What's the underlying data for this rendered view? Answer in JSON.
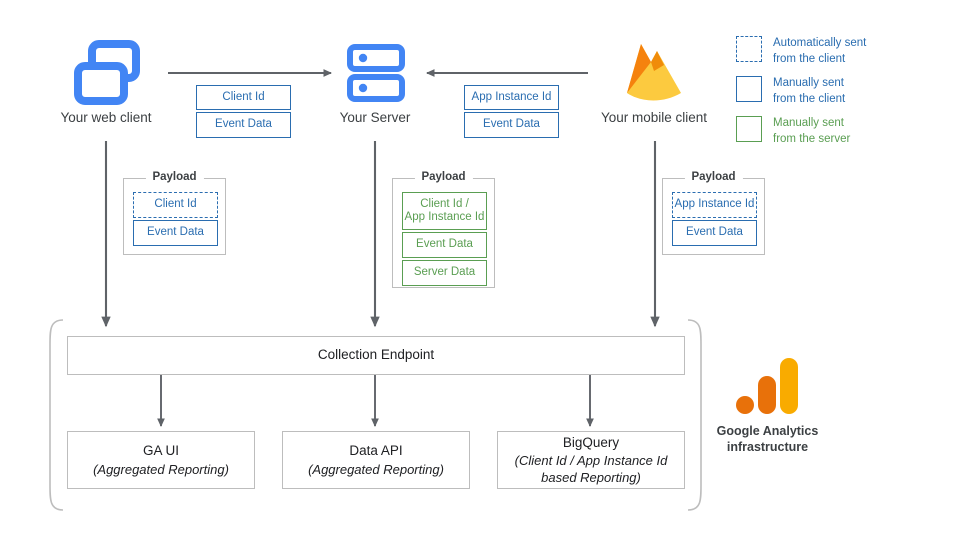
{
  "diagram": {
    "title": "Google Analytics data collection architecture",
    "colors": {
      "blue": "#2a6db0",
      "green": "#5a9e52",
      "icon_blue": "#4285f4",
      "arrow_gray": "#5f6368",
      "box_border": "#bdbdbd",
      "firebase_orange": "#f5820d",
      "firebase_amber": "#fcca3f",
      "ga_orange": "#e8710a",
      "ga_amber": "#f9ab00"
    }
  },
  "nodes": {
    "web_client": {
      "label": "Your web client",
      "icon": "web-client-icon"
    },
    "server": {
      "label": "Your Server",
      "icon": "server-icon"
    },
    "mobile_client": {
      "label": "Your mobile client",
      "icon": "firebase-flame-icon"
    }
  },
  "flows": {
    "web_to_server": {
      "direction": "right",
      "chips": [
        {
          "label": "Client Id",
          "style": "blue"
        },
        {
          "label": "Event Data",
          "style": "blue"
        }
      ]
    },
    "mobile_to_server": {
      "direction": "left",
      "chips": [
        {
          "label": "App Instance Id",
          "style": "blue"
        },
        {
          "label": "Event Data",
          "style": "blue"
        }
      ]
    }
  },
  "payloads": [
    {
      "title": "Payload",
      "source": "web-client",
      "chips": [
        {
          "label": "Client Id",
          "style": "blue-dashed"
        },
        {
          "label": "Event Data",
          "style": "blue"
        }
      ]
    },
    {
      "title": "Payload",
      "source": "server",
      "chips": [
        {
          "label": "Client Id /\nApp Instance Id",
          "line1": "Client Id /",
          "line2": "App Instance Id",
          "style": "green"
        },
        {
          "label": "Event Data",
          "style": "green"
        },
        {
          "label": "Server Data",
          "style": "green"
        }
      ]
    },
    {
      "title": "Payload",
      "source": "mobile-client",
      "chips": [
        {
          "label": "App Instance Id",
          "style": "blue-dashed"
        },
        {
          "label": "Event Data",
          "style": "blue"
        }
      ]
    }
  ],
  "legend": {
    "items": [
      {
        "style": "dashed-blue",
        "line1": "Automatically sent",
        "line2": "from the client",
        "color": "#2a6db0"
      },
      {
        "style": "solid-blue",
        "line1": "Manually sent",
        "line2": "from the client",
        "color": "#2a6db0"
      },
      {
        "style": "solid-green",
        "line1": "Manually sent",
        "line2": "from the server",
        "color": "#5a9e52"
      }
    ]
  },
  "infrastructure": {
    "endpoint": {
      "label": "Collection Endpoint"
    },
    "outputs": [
      {
        "title": "GA UI",
        "subtitle_line1": "(Aggregated Reporting)",
        "subtitle_line2": ""
      },
      {
        "title": "Data API",
        "subtitle_line1": "(Aggregated Reporting)",
        "subtitle_line2": ""
      },
      {
        "title": "BigQuery",
        "subtitle_line1": "(Client Id / App Instance Id",
        "subtitle_line2": "based Reporting)"
      }
    ],
    "brand": {
      "line1": "Google Analytics",
      "line2": "infrastructure",
      "icon": "google-analytics-logo"
    }
  }
}
